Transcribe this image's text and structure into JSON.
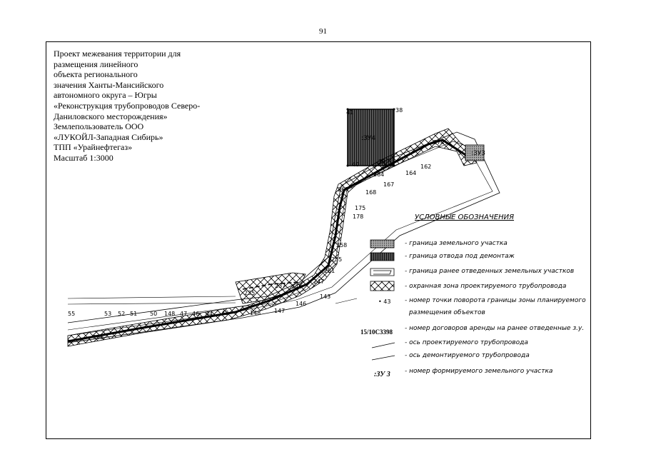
{
  "page_number": "91",
  "title_lines": [
    "Проект межевания территории для",
    "размещения линейного",
    "объекта регионального",
    "значения Ханты-Мансийского",
    "автономного округа – Югры",
    "«Реконструкция трубопроводов Северо-",
    "Даниловского месторождения»",
    "Землепользователь ООО",
    "«ЛУКОЙЛ-Западная Сибирь»",
    "ТПП «Урайнефтегаз»",
    "Масштаб 1:3000"
  ],
  "legend": {
    "heading": "УСЛОВНЫЕ ОБОЗНАЧЕНИЯ",
    "items": [
      "- граница земельного участка",
      "- граница отвода под демонтаж",
      "- граница ранее отведенных земельных участков",
      "- охранная зона проектируемого трубопровода",
      "- номер точки поворота границы зоны планируемого",
      "размещения объектов",
      "- номер договоров аренды на ранее отведенные з.у.",
      "- ось проектируемого трубопровода",
      "- ось демонтируемого трубопровода",
      "- номер формируемого земельного участка"
    ],
    "sample_point": "• 43",
    "sample_contract": "15/10С3398",
    "sample_plot": ":ЗУ 3"
  },
  "map": {
    "parcel_labels": [
      ":ЗУ4",
      ":ЗУ3"
    ],
    "point_labels": [
      "41",
      "38",
      "40",
      "39",
      "274",
      "162",
      "164",
      "284",
      "167",
      "168",
      "263",
      "175",
      "178",
      "258",
      "255",
      "251",
      "247",
      "143",
      "146",
      "147",
      "148",
      "237",
      "243",
      "235",
      "55",
      "53",
      "52",
      "51",
      "50",
      "148",
      "47",
      "46",
      "44",
      "43",
      "206"
    ]
  }
}
